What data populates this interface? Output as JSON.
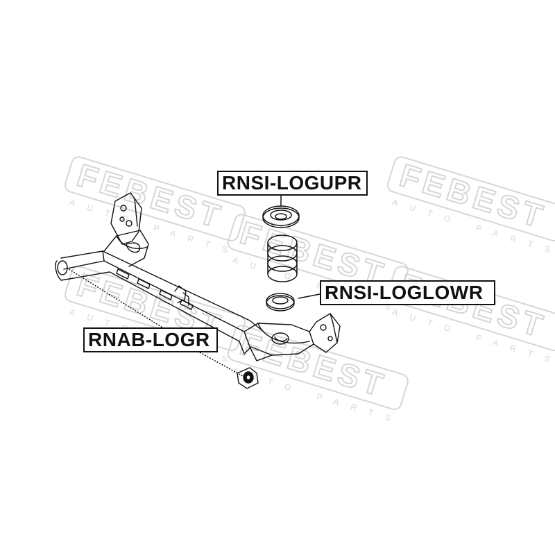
{
  "watermark": {
    "brand": "FEBEST",
    "sub": "AUTO PARTS"
  },
  "labels": {
    "upper_spring_seat": "RNSI-LOGUPR",
    "lower_spring_seat": "RNSI-LOGLOWR",
    "axle_beam_bushing": "RNAB-LOGR"
  },
  "colors": {
    "line": "#111111",
    "watermark": "#d2d2d2",
    "background": "#ffffff"
  }
}
